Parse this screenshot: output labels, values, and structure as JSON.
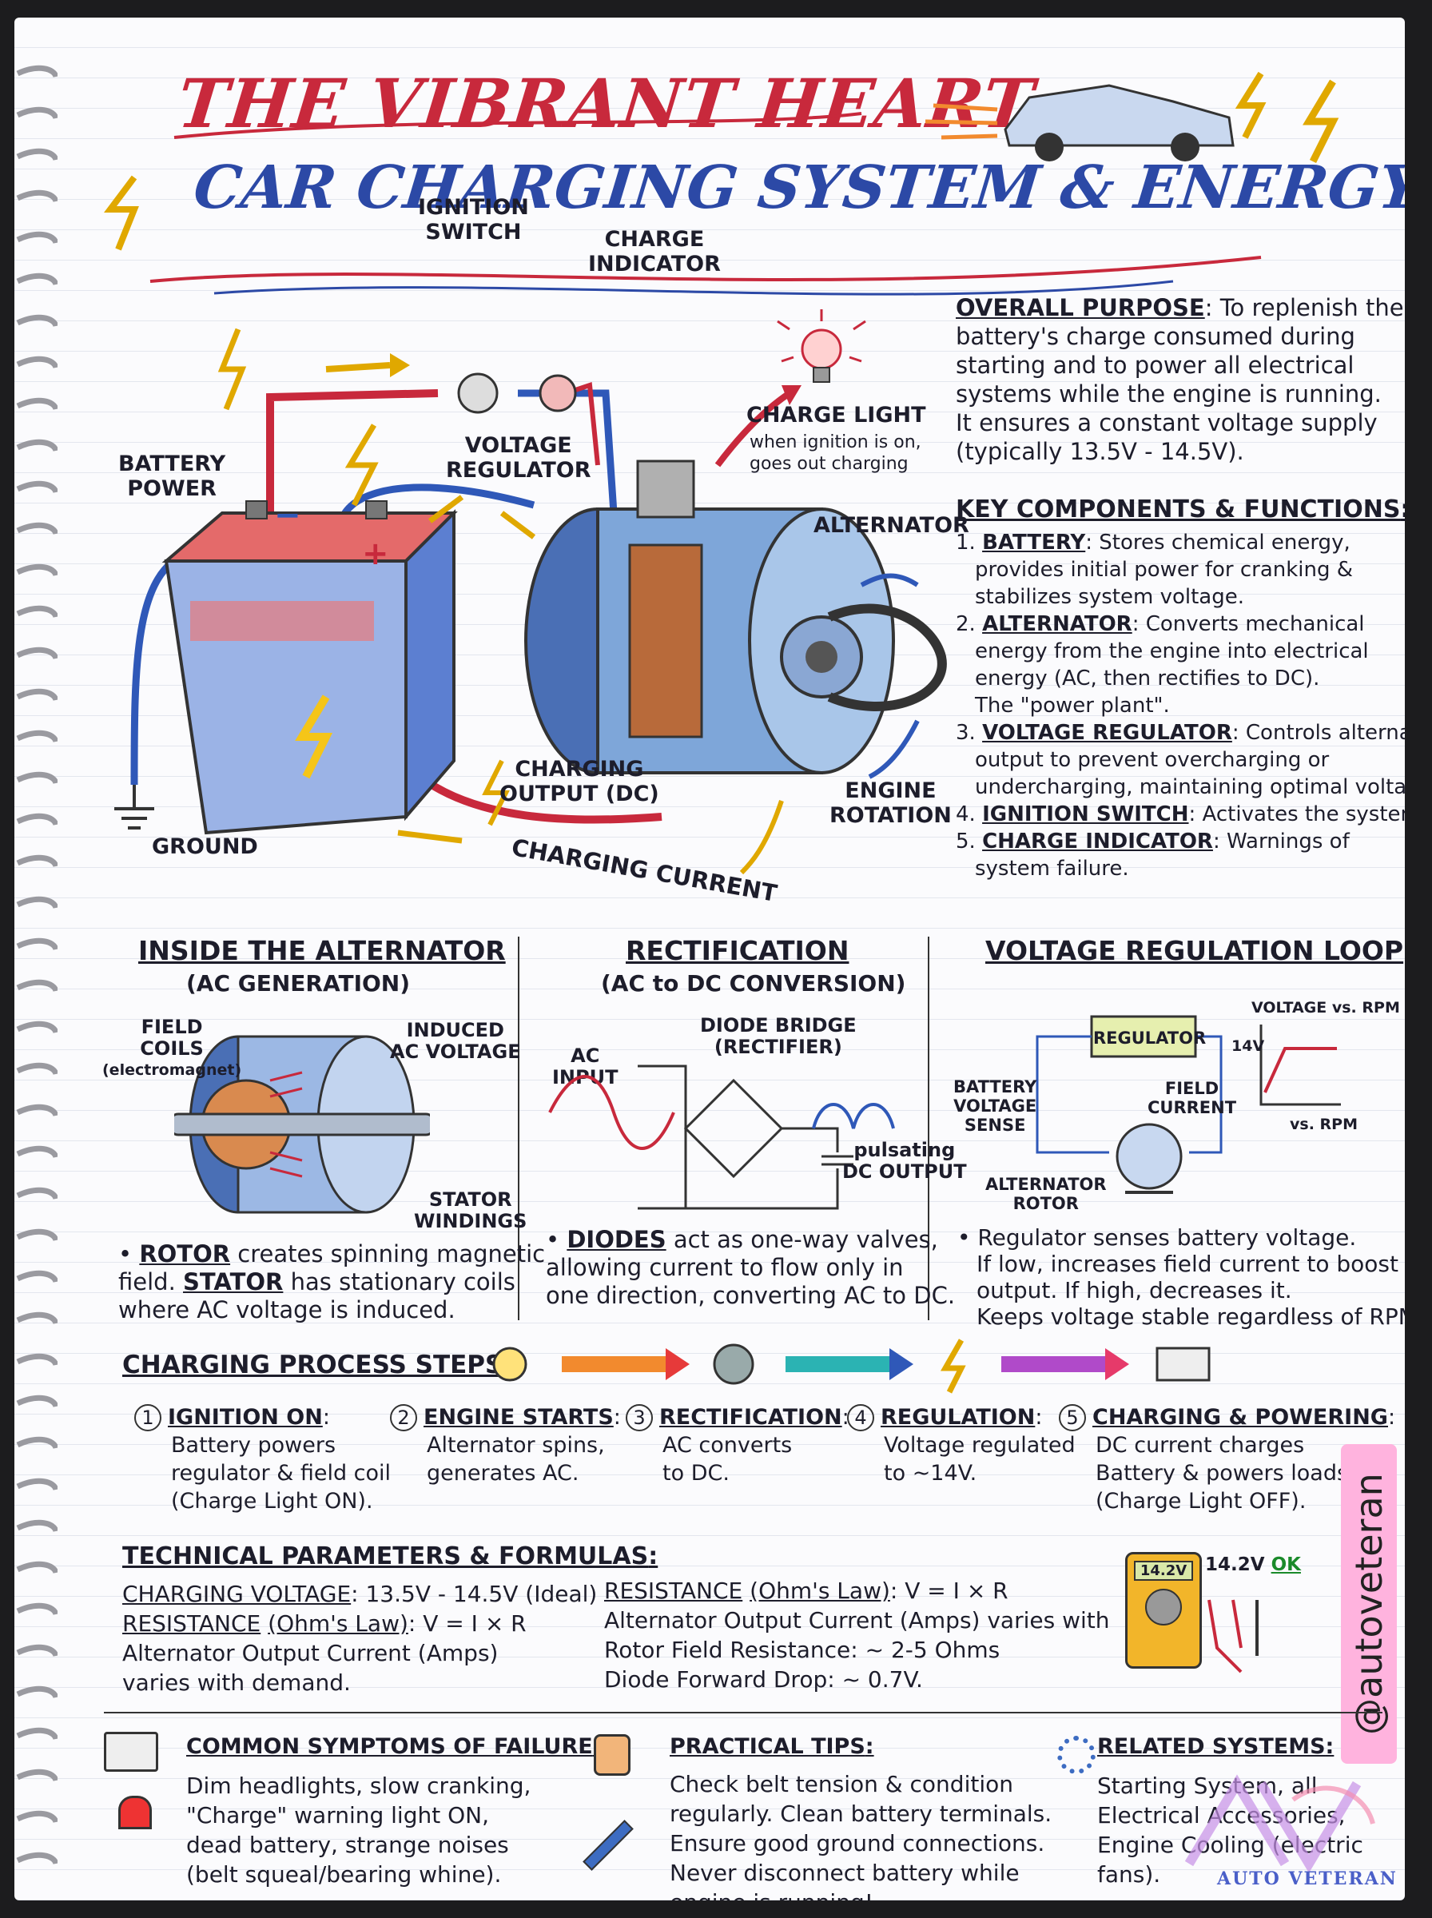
{
  "title": {
    "line1": "THE VIBRANT HEART:",
    "line2": "CAR CHARGING SYSTEM & ENERGY FLOW"
  },
  "diagram_labels": {
    "ignition_switch": [
      "IGNITION",
      "SWITCH"
    ],
    "charge_indicator": [
      "CHARGE",
      "INDICATOR"
    ],
    "charge_light": "CHARGE LIGHT",
    "charge_light_note1": "when ignition is on,",
    "charge_light_note2": "goes out charging",
    "battery_power": [
      "BATTERY",
      "POWER"
    ],
    "voltage_regulator": [
      "VOLTAGE",
      "REGULATOR"
    ],
    "alternator": "ALTERNATOR",
    "charging_output": [
      "CHARGING",
      "OUTPUT (DC)"
    ],
    "engine_rotation": [
      "ENGINE",
      "ROTATION"
    ],
    "ground": "GROUND",
    "charging_current": "CHARGING CURRENT",
    "minus": "−",
    "plus": "+"
  },
  "overall": {
    "label": "OVERALL PURPOSE",
    "lines": [
      ": To replenish the",
      "battery's charge consumed during",
      "starting and to power all electrical",
      "systems while the engine is running.",
      "It ensures a constant voltage supply",
      "(typically 13.5V - 14.5V)."
    ]
  },
  "key_components": {
    "heading": "KEY COMPONENTS & FUNCTIONS",
    "items": [
      {
        "num": "1.",
        "name": "BATTERY",
        "lines": [
          ": Stores chemical energy,",
          "provides initial power for cranking &",
          "stabilizes system voltage."
        ]
      },
      {
        "num": "2.",
        "name": "ALTERNATOR",
        "lines": [
          ": Converts mechanical",
          "energy from the engine into electrical",
          "energy (AC, then rectifies to DC).",
          "The \"power plant\"."
        ]
      },
      {
        "num": "3.",
        "name": "VOLTAGE REGULATOR",
        "lines": [
          ": Controls alternator",
          "output to prevent overcharging or",
          "undercharging, maintaining optimal voltage."
        ]
      },
      {
        "num": "4.",
        "name": "IGNITION SWITCH",
        "lines": [
          ": Activates the system."
        ]
      },
      {
        "num": "5.",
        "name": "CHARGE INDICATOR",
        "lines": [
          ": Warnings of",
          "system failure."
        ]
      }
    ]
  },
  "inside_alternator": {
    "heading": "INSIDE THE ALTERNATOR",
    "sub": "(AC GENERATION)",
    "field_coils": [
      "FIELD",
      "COILS",
      "(electromagnet)"
    ],
    "induced": [
      "INDUCED",
      "AC VOLTAGE"
    ],
    "stator": [
      "STATOR",
      "WINDINGS"
    ],
    "note_rotor": "ROTOR",
    "note1": " creates spinning magnetic",
    "note_stator": "STATOR",
    "note2a": "field. ",
    "note2b": " has stationary coils",
    "note3": "where AC voltage is induced."
  },
  "rectification": {
    "heading": "RECTIFICATION",
    "sub": "(AC to DC CONVERSION)",
    "bridge": [
      "DIODE BRIDGE",
      "(RECTIFIER)"
    ],
    "ac_input": [
      "AC",
      "INPUT"
    ],
    "pulsating": [
      "pulsating",
      "DC OUTPUT"
    ],
    "note_diodes": "DIODES",
    "note1": " act as one-way valves,",
    "note2": "allowing current to flow only in",
    "note3": "one direction, converting AC to DC."
  },
  "regulation": {
    "heading": "VOLTAGE REGULATION LOOP",
    "regulator": "REGULATOR",
    "battery_sense": [
      "BATTERY",
      "VOLTAGE",
      "SENSE"
    ],
    "field_current": [
      "FIELD",
      "CURRENT"
    ],
    "alt_rotor": [
      "ALTERNATOR",
      "ROTOR"
    ],
    "graph_title": "VOLTAGE vs. RPM",
    "graph_y": "14V",
    "graph_x": "vs. RPM",
    "notes": [
      "Regulator senses battery voltage.",
      "If low, increases field current to boost",
      "output. If high, decreases it.",
      "Keeps voltage stable regardless of RPM."
    ]
  },
  "process": {
    "heading": "CHARGING PROCESS STEPS",
    "steps": [
      {
        "num": "1",
        "name": "IGNITION ON",
        "lines": [
          "Battery powers",
          "regulator & field coil",
          "(Charge Light ON)."
        ]
      },
      {
        "num": "2",
        "name": "ENGINE STARTS",
        "lines": [
          "Alternator spins,",
          "generates AC."
        ]
      },
      {
        "num": "3",
        "name": "RECTIFICATION",
        "lines": [
          "AC converts",
          "to DC."
        ]
      },
      {
        "num": "4",
        "name": "REGULATION",
        "lines": [
          "Voltage regulated",
          "to ~14V."
        ]
      },
      {
        "num": "5",
        "name": "CHARGING & POWERING",
        "lines": [
          "DC current charges",
          "Battery & powers loads",
          "(Charge Light OFF)."
        ]
      }
    ]
  },
  "technical": {
    "heading": "TECHNICAL PARAMETERS & FORMULAS",
    "left": {
      "cv_label": "CHARGING VOLTAGE",
      "cv_value": ": 13.5V - 14.5V (Ideal)",
      "res_label": "RESISTANCE",
      "res_paren": "(Ohm's Law)",
      "res_value": ": V = I × R",
      "line3": "Alternator Output Current (Amps)",
      "line4": "varies with demand."
    },
    "right": {
      "res_label": "RESISTANCE",
      "res_paren": "(Ohm's Law)",
      "res_value": ": V = I × R",
      "line2": "Alternator Output Current (Amps) varies with",
      "line3": "Rotor Field Resistance: ~ 2-5 Ohms",
      "line4": "Diode Forward Drop: ~ 0.7V."
    },
    "meter_display": "14.2V",
    "meter_reading": "14.2V",
    "meter_ok": "OK"
  },
  "handle": "@autoveteran",
  "footer": {
    "symptoms": {
      "heading": "COMMON SYMPTOMS OF FAILURE",
      "lines": [
        "Dim headlights, slow cranking,",
        "\"Charge\" warning light ON,",
        "dead battery, strange noises",
        "(belt squeal/bearing whine)."
      ]
    },
    "tips": {
      "heading": "PRACTICAL TIPS",
      "lines": [
        "Check belt tension & condition",
        "regularly. Clean battery terminals.",
        "Ensure good ground connections.",
        "Never disconnect battery while",
        "engine is running!"
      ]
    },
    "related": {
      "heading": "RELATED SYSTEMS",
      "lines": [
        "Starting System, all",
        "Electrical Accessories,",
        "Engine Cooling (electric",
        "fans)."
      ]
    }
  },
  "logo": "AUTO VETERAN",
  "colors": {
    "red": "#d42a35",
    "blue": "#2f58b8",
    "yellow": "#f5c518",
    "ink": "#1d1d2b"
  }
}
